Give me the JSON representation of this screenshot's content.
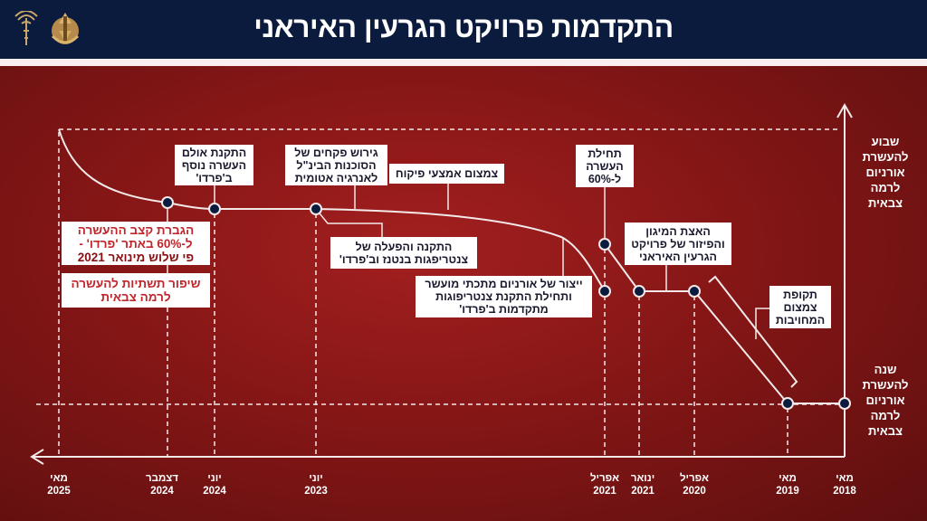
{
  "header": {
    "title": "התקדמות פרויקט הגרעין האיראני"
  },
  "colors": {
    "header": "#0b1b3d",
    "background": "#8a1616",
    "line": "#f3e9e9",
    "dot": "#0b1b3d",
    "highlight": "#c0262c"
  },
  "y_axis": {
    "top_label": [
      "שבוע",
      "להעשרת",
      "אורניום",
      "לרמה",
      "צבאית"
    ],
    "bottom_label": [
      "שנה",
      "להעשרת",
      "אורניום",
      "לרמה",
      "צבאית"
    ]
  },
  "x_axis": {
    "dates": [
      {
        "month": "מאי",
        "year": "2025"
      },
      {
        "month": "דצמבר",
        "year": "2024"
      },
      {
        "month": "יוני",
        "year": "2024"
      },
      {
        "month": "יוני",
        "year": "2023"
      },
      {
        "month": "אפריל",
        "year": "2021"
      },
      {
        "month": "ינואר",
        "year": "2021"
      },
      {
        "month": "אפריל",
        "year": "2020"
      },
      {
        "month": "מאי",
        "year": "2019"
      },
      {
        "month": "מאי",
        "year": "2018"
      }
    ]
  },
  "events": {
    "hall": [
      "התקנת אולם",
      "העשרה נוסף",
      "ב'פרדו'"
    ],
    "inspectors": [
      "גירוש פקחים של",
      "הסוכנות הבינ\"ל",
      "לאנרגיה אטומית"
    ],
    "monitoring": "צמצום אמצעי פיקוח",
    "start60": [
      "תחילת",
      "העשרה",
      "ל-60%"
    ],
    "centrifuges": [
      "התקנה והפעלה של",
      "צנטריפגות בנטנז וב'פרדו'"
    ],
    "metal": [
      "ייצור של אורניום מתכתי מועשר",
      "ותחילת התקנת צנטריפוגות",
      "מתקדמות ב'פרדו'"
    ],
    "acceleration": [
      "האצת המיגון",
      "והפיזור של פרויקט",
      "הגרעין האיראני"
    ],
    "commitments": [
      "תקופת",
      "צמצום",
      "המחויבות"
    ],
    "increase": [
      "הגברת קצב ההעשרה",
      "ל-60% באתר 'פרדו' -"
    ],
    "increase_strong": "פי שלוש מינואר 2021",
    "infrastructure": [
      "שיפור תשתיות להעשרה",
      "לרמה צבאית"
    ]
  }
}
